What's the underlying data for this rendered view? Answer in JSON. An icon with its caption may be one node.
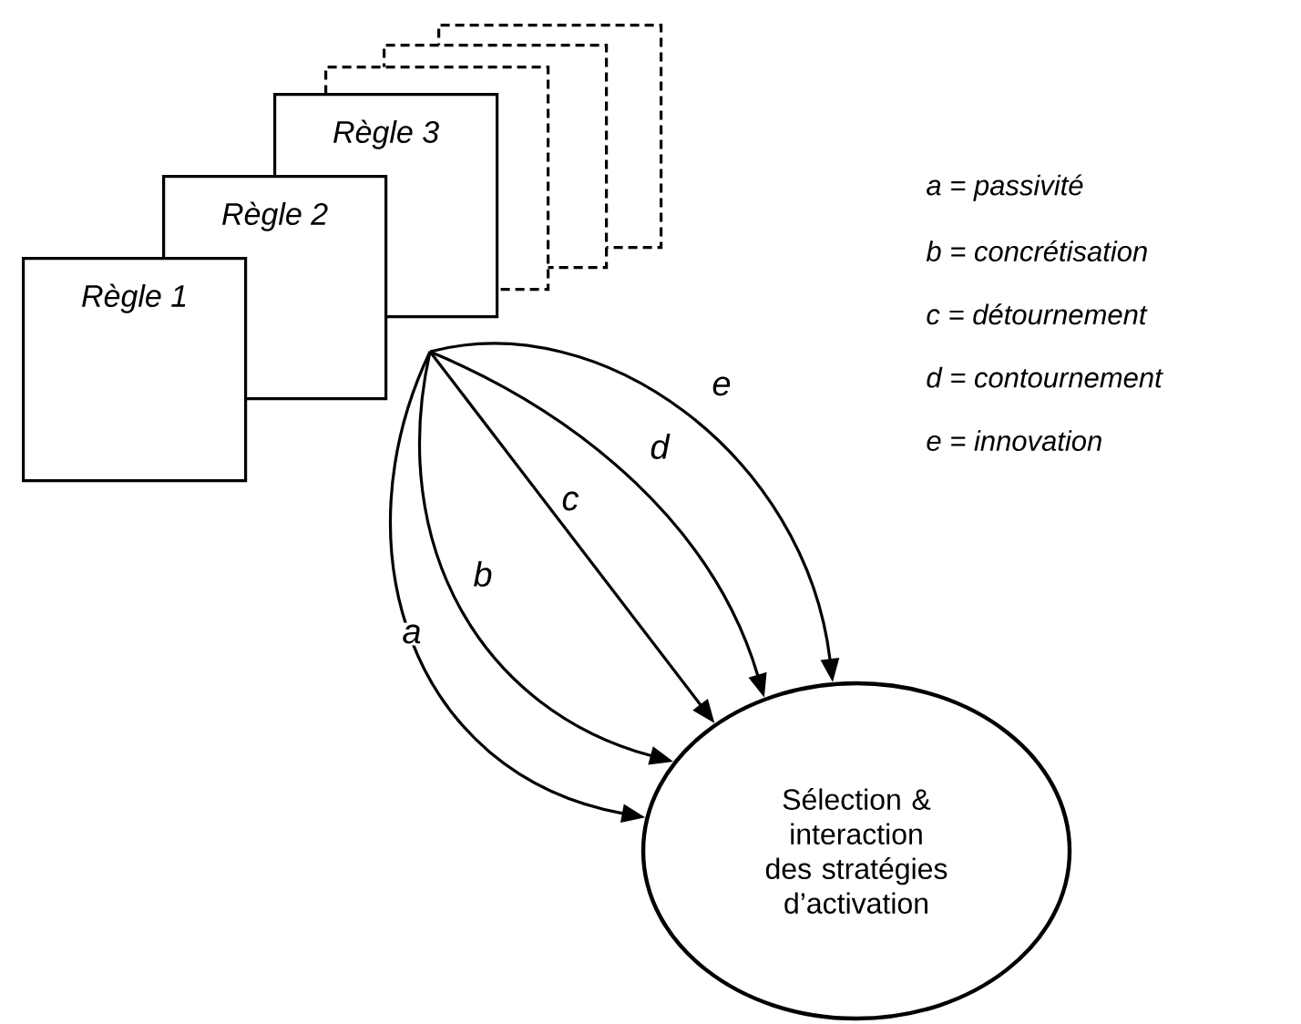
{
  "diagram": {
    "nodes": [
      {
        "text": [
          "Règle 1"
        ]
      },
      {
        "text": [
          "Règle 2"
        ]
      },
      {
        "text": [
          "Règle 3"
        ]
      },
      {
        "text": [],
        "shape": "box"
      },
      {
        "text": [],
        "shape": "box"
      },
      {
        "text": [],
        "shape": "box"
      },
      {
        "text": [
          "Sélection & interaction des stratégies d’activation"
        ]
      }
    ],
    "edges": [
      {
        "from": null,
        "to": 6,
        "arrow": "to",
        "label": "a"
      },
      {
        "from": null,
        "to": 6,
        "arrow": "to",
        "label": "b"
      },
      {
        "from": null,
        "to": 6,
        "arrow": "to",
        "label": "c"
      },
      {
        "from": null,
        "to": 6,
        "arrow": "to",
        "label": "d"
      },
      {
        "from": null,
        "to": 6,
        "arrow": "to",
        "label": "e"
      }
    ],
    "labels": [
      "a = passivité",
      "b = concrétisation",
      "c = détournement",
      "d = contournement",
      "e = innovation"
    ]
  }
}
